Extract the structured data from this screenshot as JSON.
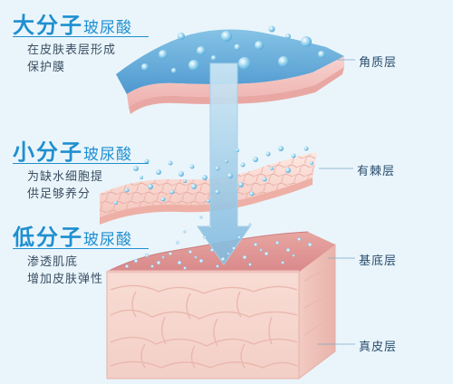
{
  "molecules": [
    {
      "title_big": "大分子",
      "title_small": "玻尿酸",
      "desc_lines": [
        "在皮肤表层形成",
        "保护膜"
      ],
      "layer": "角质层"
    },
    {
      "title_big": "小分子",
      "title_small": "玻尿酸",
      "desc_lines": [
        "为缺水细胞提",
        "供足够养分"
      ],
      "layer": "有棘层"
    },
    {
      "title_big": "低分子",
      "title_small": "玻尿酸",
      "desc_lines": [
        "渗透肌底",
        "增加皮肤弹性"
      ],
      "layer": "基底层"
    }
  ],
  "bottom_layer": "真皮层",
  "colors": {
    "accent": "#1f8fd0",
    "label_text": "#2a4d6e",
    "stratum_top": "#5fa6d4",
    "skin_pink": "#f3c3bf",
    "dermis": "#f6d6cf",
    "droplet": "#8ecde9"
  }
}
